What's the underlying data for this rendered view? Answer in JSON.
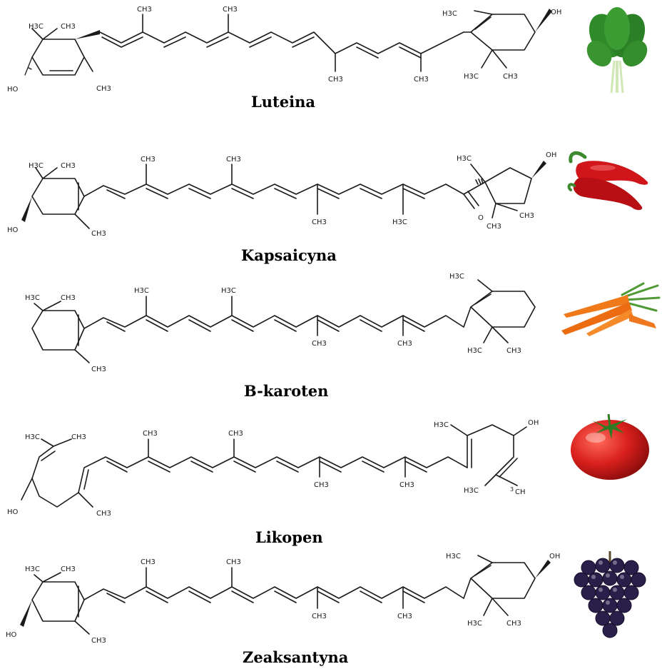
{
  "compounds": [
    {
      "name": "Luteina",
      "food_icon": "spinach-icon",
      "food_color": "#2e8b2e"
    },
    {
      "name": "Kapsaicyna",
      "food_icon": "red-pepper-icon",
      "food_color": "#d0161b"
    },
    {
      "name": "B-karoten",
      "food_icon": "carrot-icon",
      "food_color": "#f07a1a"
    },
    {
      "name": "Likopen",
      "food_icon": "tomato-icon",
      "food_color": "#d9201c"
    },
    {
      "name": "Zeaksantyna",
      "food_icon": "grapes-icon",
      "food_color": "#2a1f4a"
    }
  ],
  "labels": {
    "me": "CH3",
    "h3c": "H3C",
    "oh": "OH",
    "ho": "HO",
    "o": "O",
    "ch_trunc": "CH",
    "three": "3"
  }
}
